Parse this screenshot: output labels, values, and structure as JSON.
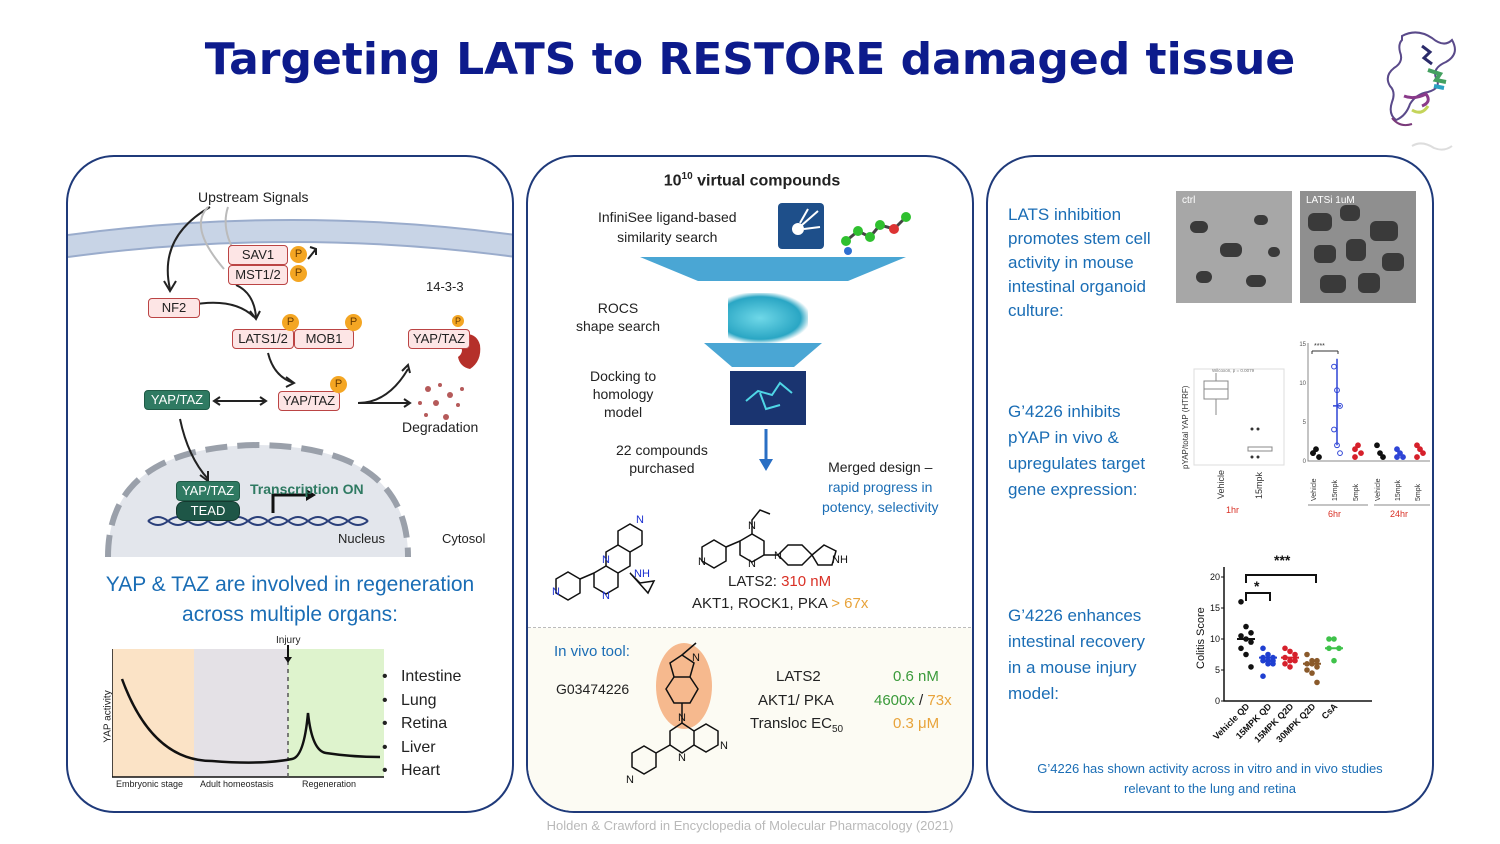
{
  "title": "Targeting LATS to RESTORE damaged tissue",
  "citation": "Holden & Crawford in Encyclopedia of Molecular Pharmacology (2021)",
  "left": {
    "upstream": "Upstream Signals",
    "sav1": "SAV1",
    "mst12": "MST1/2",
    "nf2": "NF2",
    "lats12": "LATS1/2",
    "mob1": "MOB1",
    "p": "P",
    "n1433": "14-3-3",
    "yaptaz": "YAP/TAZ",
    "degradation": "Degradation",
    "tead": "TEAD",
    "transcription": "Transcription ON",
    "nucleus": "Nucleus",
    "cytosol": "Cytosol",
    "regen_line1": "YAP & TAZ are involved in regeneration",
    "regen_line2": "across multiple organs:",
    "ylabel": "YAP activity",
    "injury": "Injury",
    "stages": [
      "Embryonic stage",
      "Adult homeostasis",
      "Regeneration"
    ],
    "organs": [
      "Intestine",
      "Lung",
      "Retina",
      "Liver",
      "Heart"
    ]
  },
  "middle": {
    "compounds_base": "10",
    "compounds_exp": "10",
    "compounds_rest": " virtual compounds",
    "infinisee_l1": "InfiniSee ligand-based",
    "infinisee_l2": "similarity search",
    "rocs_l1": "ROCS",
    "rocs_l2": "shape search",
    "dock_l1": "Docking to",
    "dock_l2": "homology",
    "dock_l3": "model",
    "purch_l1": "22 compounds",
    "purch_l2": "purchased",
    "merged_l1": "Merged design –",
    "merged_l2": "rapid progress in",
    "merged_l3": "potency, selectivity",
    "lats2_label": "LATS2: ",
    "lats2_value": "310 nM",
    "akt_label": "AKT1, ROCK1, PKA ",
    "akt_value": "> 67x",
    "invivo": "In vivo tool:",
    "compound_id": "G03474226",
    "t_lats2": "LATS2",
    "t_akt": "AKT1/ PKA",
    "t_transloc": "Transloc EC",
    "t_sub": "50",
    "v_lats2": "0.6 nM",
    "v_akt_a": "4600x",
    "v_akt_sep": " / ",
    "v_akt_b": "73x",
    "v_transloc": "0.3 μM",
    "nh": "NH",
    "n": "N"
  },
  "right": {
    "lats_l1": "LATS inhibition",
    "lats_l2": "promotes stem cell",
    "lats_l3": "activity in mouse",
    "lats_l4": "intestinal organoid",
    "lats_l5": "culture:",
    "img_ctrl": "ctrl",
    "img_lats": "LATSi 1uM",
    "g1_l1": "G’4226 inhibits",
    "g1_l2": "pYAP in vivo &",
    "g1_l3": "upregulates target",
    "g1_l4": "gene expression:",
    "g2_l1": "G’4226 enhances",
    "g2_l2": "intestinal recovery",
    "g2_l3": "in a mouse injury",
    "g2_l4": "model:",
    "footer_l1": "G’4226 has shown activity across in vitro and in vivo studies",
    "footer_l2": "relevant to the lung and retina"
  },
  "chart_data": [
    {
      "type": "scatter",
      "title": "",
      "xlabel": "",
      "ylabel": "Colitis Score",
      "ylim": [
        0,
        20
      ],
      "yticks": [
        0,
        5,
        10,
        15,
        20
      ],
      "categories": [
        "Vehicle QD",
        "15MPK QD",
        "15MPK Q2D",
        "30MPK Q2D",
        "CsA"
      ],
      "colors": [
        "#111111",
        "#1f3fd1",
        "#d6202b",
        "#8a5a2b",
        "#3fc24a"
      ],
      "medians": [
        10,
        7,
        7,
        6,
        8.5
      ],
      "values": [
        [
          16,
          12,
          11,
          10.5,
          10,
          9.5,
          8.5,
          7.5,
          5.5
        ],
        [
          8.5,
          7.5,
          7,
          7,
          6.5,
          6.5,
          6.5,
          6,
          6,
          4
        ],
        [
          8.5,
          8,
          7.5,
          7,
          6.5,
          6.5,
          6,
          5.5
        ],
        [
          7.5,
          6.5,
          6.5,
          6,
          6,
          5.5,
          5,
          4.5,
          3
        ],
        [
          10,
          10,
          8.5,
          8.5,
          6.5
        ]
      ],
      "significance": [
        {
          "from": "Vehicle QD",
          "to": "15MPK QD",
          "label": "*"
        },
        {
          "from": "Vehicle QD",
          "to": "30MPK Q2D",
          "label": "***"
        }
      ]
    },
    {
      "type": "scatter",
      "title": "",
      "ylabel": "pYAP/total YAP (HTRF)",
      "annotation": "Wilcoxon, p = 0.0079",
      "categories": [
        "Vehicle",
        "15mpk"
      ],
      "groups": [
        "1hr"
      ]
    },
    {
      "type": "scatter",
      "title": "",
      "ylim": [
        0,
        15
      ],
      "yticks": [
        0,
        5,
        10,
        15
      ],
      "categories": [
        "Vehicle",
        "15mpk",
        "5mpk",
        "Vehicle",
        "15mpk",
        "5mpk"
      ],
      "groups": [
        "6hr",
        "24hr"
      ],
      "significance": [
        {
          "from": "Vehicle",
          "to": "15mpk",
          "label": "****"
        }
      ],
      "values": [
        [
          1,
          1.5,
          0.5,
          1
        ],
        [
          12,
          9,
          7,
          4,
          2,
          1
        ],
        [
          1.5,
          2,
          1,
          0.5
        ],
        [
          2,
          1,
          0.5
        ],
        [
          1.5,
          1,
          0.5,
          0.5
        ],
        [
          2,
          1.5,
          1,
          0.5
        ]
      ]
    }
  ]
}
